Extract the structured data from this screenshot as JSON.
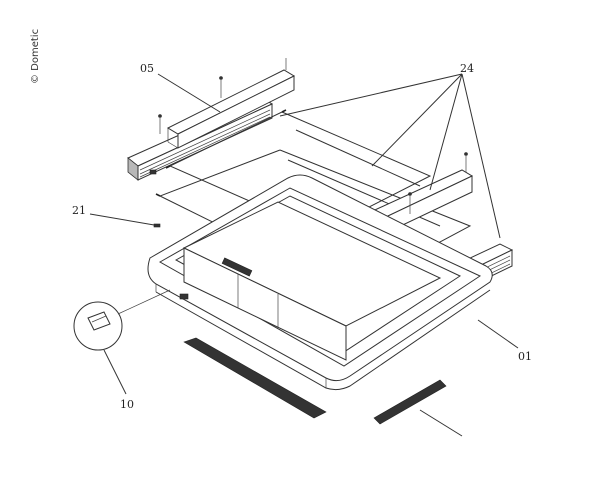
{
  "copyright": "© Dometic",
  "callouts": {
    "c05": "05",
    "c24": "24",
    "c21": "21",
    "c10": "10",
    "c01": "01"
  }
}
